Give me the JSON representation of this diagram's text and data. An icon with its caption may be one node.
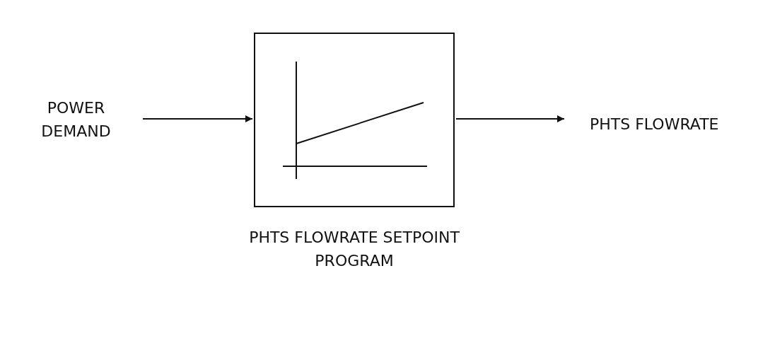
{
  "diagram": {
    "nodes": [
      {
        "text": [
          "POWER DEMAND"
        ]
      },
      {
        "text": [],
        "shape": "box",
        "beside": [
          "PHTS FLOWRATE SETPOINT PROGRAM"
        ]
      },
      {
        "text": [
          "PHTS FLOWRATE"
        ]
      }
    ],
    "edges": [
      {
        "from": 0,
        "to": 1,
        "arrow": "to"
      },
      {
        "from": 1,
        "to": 2,
        "arrow": "to"
      }
    ]
  }
}
